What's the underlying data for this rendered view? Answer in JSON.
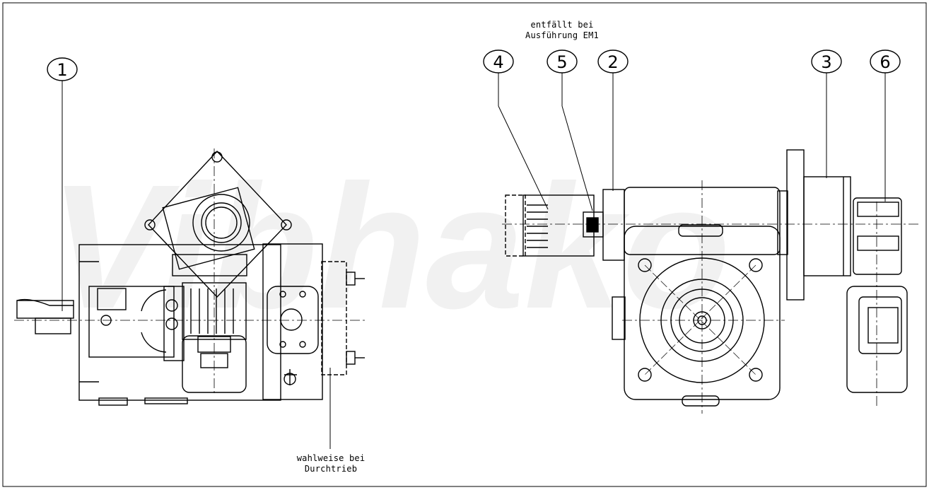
{
  "watermark": "Vibhako",
  "notes": {
    "top_line1": "entfällt bei",
    "top_line2": "Ausführung EM1",
    "bottom_line1": "wahlweise bei",
    "bottom_line2": "Durchtrieb"
  },
  "balloons": {
    "b1": "1",
    "b2": "2",
    "b3": "3",
    "b4": "4",
    "b5": "5",
    "b6": "6"
  },
  "colors": {
    "line": "#000000",
    "watermark": "#f1f1f1",
    "background": "#ffffff"
  }
}
